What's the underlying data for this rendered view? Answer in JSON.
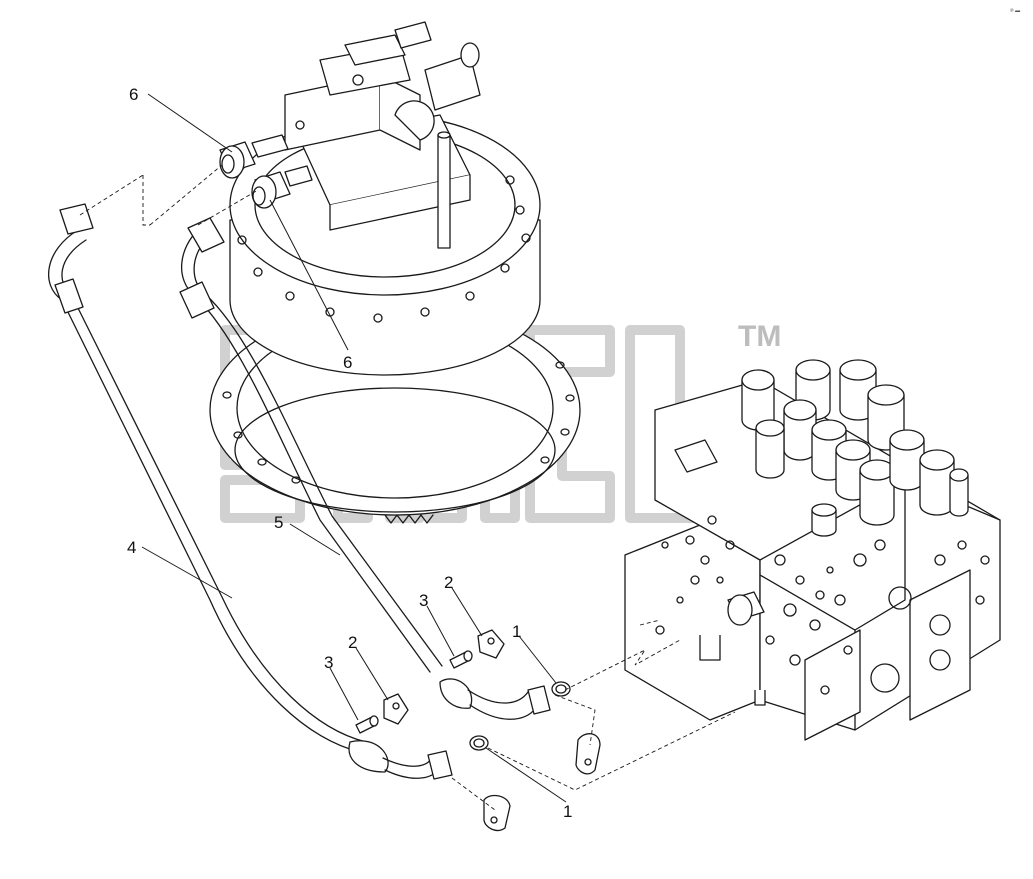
{
  "diagram": {
    "callouts": [
      {
        "id": "c1a",
        "label": "1"
      },
      {
        "id": "c1b",
        "label": "1"
      },
      {
        "id": "c2a",
        "label": "2"
      },
      {
        "id": "c2b",
        "label": "2"
      },
      {
        "id": "c3a",
        "label": "3"
      },
      {
        "id": "c3b",
        "label": "3"
      },
      {
        "id": "c4",
        "label": "4"
      },
      {
        "id": "c5",
        "label": "5"
      },
      {
        "id": "c6a",
        "label": "6"
      },
      {
        "id": "c6b",
        "label": "6"
      }
    ],
    "watermark_mark": "TM",
    "corner_mark": "℗ ▬"
  }
}
